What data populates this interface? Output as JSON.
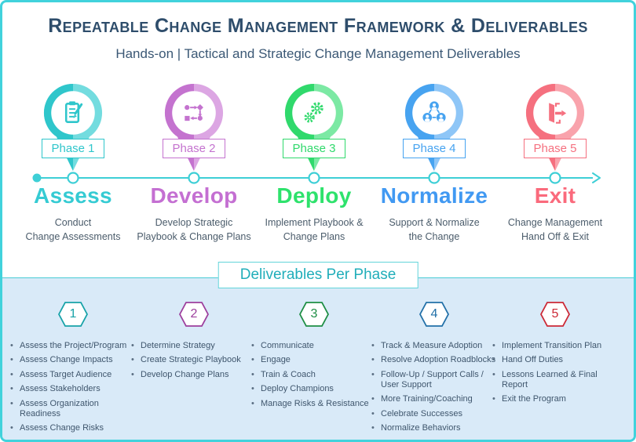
{
  "header": {
    "title": "Repeatable Change Management Framework & Deliverables",
    "subtitle": "Hands-on | Tactical and Strategic Change Management Deliverables"
  },
  "deliverables_header": {
    "label": "Deliverables Per Phase",
    "color": "#21aeba"
  },
  "timeline": {
    "color": "#3ecfd6"
  },
  "phases": [
    {
      "label": "Phase 1",
      "name": "Assess",
      "number": "1",
      "icon": "clipboard-checklist-icon",
      "colors": {
        "main": "#2fc6cb",
        "light": "#73dcdf",
        "badge": "#17a2a8"
      },
      "desc_lines": [
        "Conduct",
        "Change Assessments"
      ],
      "deliverables": [
        "Assess the Project/Program",
        "Assess Change Impacts",
        "Assess Target Audience",
        "Assess Stakeholders",
        "Assess Organization Readiness",
        "Assess Change Risks"
      ]
    },
    {
      "label": "Phase 2",
      "name": "Develop",
      "number": "2",
      "icon": "workflow-icon",
      "colors": {
        "main": "#c473cf",
        "light": "#dca6e3",
        "badge": "#9d3f9d"
      },
      "desc_lines": [
        "Develop Strategic",
        "Playbook & Change Plans"
      ],
      "deliverables": [
        "Determine Strategy",
        "Create Strategic Playbook",
        "Develop Change Plans"
      ]
    },
    {
      "label": "Phase 3",
      "name": "Deploy",
      "number": "3",
      "icon": "gears-icon",
      "colors": {
        "main": "#30d96c",
        "light": "#7ce9a4",
        "badge": "#1e8e44"
      },
      "desc_lines": [
        "Implement Playbook &",
        "Change Plans"
      ],
      "deliverables": [
        "Communicate",
        "Engage",
        "Train & Coach",
        "Deploy Champions",
        "Manage Risks & Resistance"
      ]
    },
    {
      "label": "Phase 4",
      "name": "Normalize",
      "number": "4",
      "icon": "team-network-icon",
      "colors": {
        "main": "#47a3f0",
        "light": "#8ec6f7",
        "badge": "#2270a8"
      },
      "desc_lines": [
        "Support & Normalize",
        "the Change"
      ],
      "deliverables": [
        "Track & Measure Adoption",
        "Resolve Adoption Roadblocks",
        "Follow-Up / Support Calls / User Support",
        "More Training/Coaching",
        "Celebrate Successes",
        "Normalize Behaviors"
      ]
    },
    {
      "label": "Phase 5",
      "name": "Exit",
      "number": "5",
      "icon": "exit-door-icon",
      "colors": {
        "main": "#f5707f",
        "light": "#f9a3ac",
        "badge": "#cc2936"
      },
      "desc_lines": [
        "Change Management",
        "Hand Off & Exit"
      ],
      "deliverables": [
        "Implement Transition Plan",
        "Hand Off Duties",
        "Lessons Learned & Final Report",
        "Exit the Program"
      ]
    }
  ]
}
